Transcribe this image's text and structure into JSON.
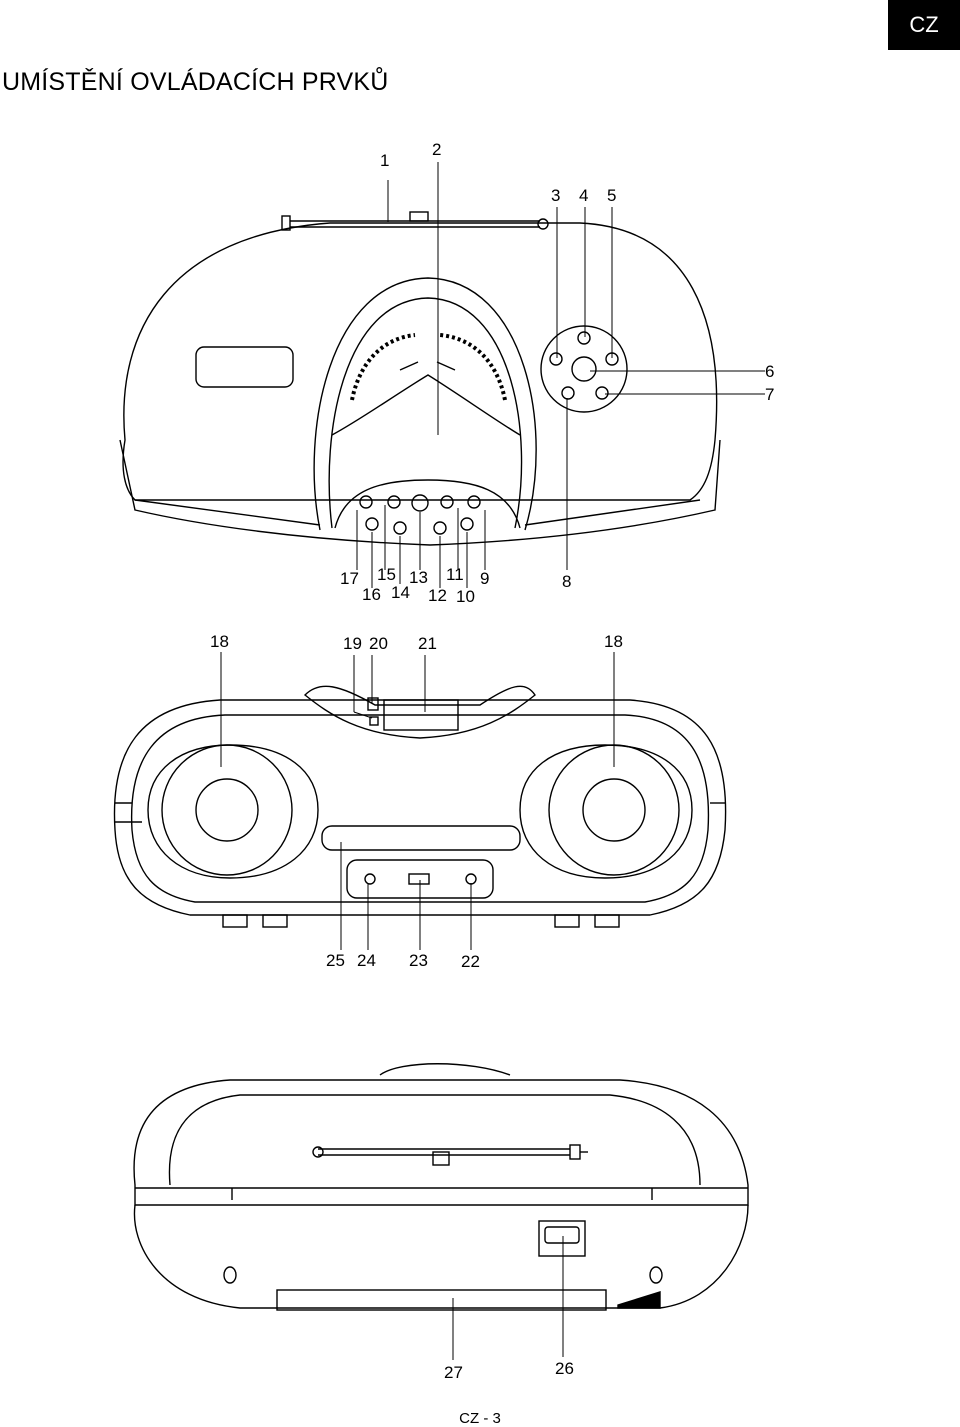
{
  "header": {
    "language_tab": "CZ",
    "title": "UMÍSTĚNÍ OVLÁDACÍCH PRVKŮ"
  },
  "figure_top": {
    "callouts": [
      "1",
      "2",
      "3",
      "4",
      "5",
      "6",
      "7",
      "8",
      "9",
      "10",
      "11",
      "12",
      "13",
      "14",
      "15",
      "16",
      "17"
    ]
  },
  "figure_front": {
    "callouts": [
      "18",
      "19",
      "20",
      "21",
      "18",
      "25",
      "24",
      "23",
      "22"
    ]
  },
  "figure_back": {
    "callouts": [
      "27",
      "26"
    ]
  },
  "footer": {
    "page_number": "CZ - 3"
  }
}
